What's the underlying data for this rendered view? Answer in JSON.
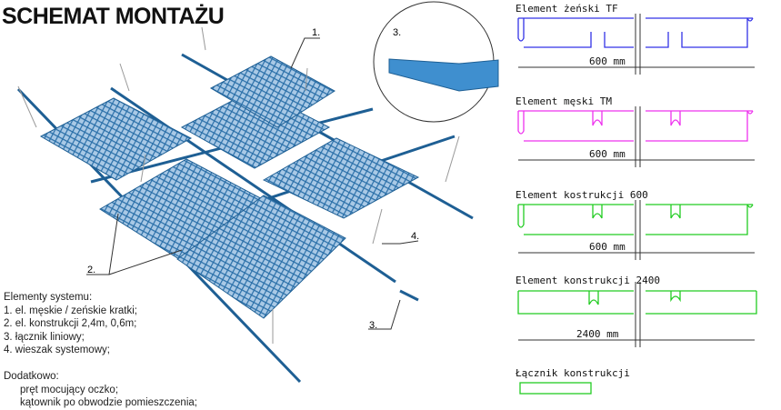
{
  "title": "SCHEMAT MONTAŻU",
  "callouts": {
    "c1": "1.",
    "c2": "2.",
    "c3": "3.",
    "c4": "4.",
    "detail": "3."
  },
  "legend": {
    "heading": "Elementy systemu:",
    "items": [
      "1.  el. męskie / zeńskie kratki;",
      "2.  el. konstrukcji 2,4m,  0,6m;",
      "3.  łącznik liniowy;",
      "4.  wieszak systemowy;"
    ],
    "extra_heading": "Dodatkowo:",
    "extra": [
      "pręt mocujący oczko;",
      "kątownik po obwodzie pomieszczenia;"
    ]
  },
  "profiles": [
    {
      "title": "Element żeński TF",
      "dim": "600  mm",
      "color": "#3333e6"
    },
    {
      "title": "Element męski TM",
      "dim": "600  mm",
      "color": "#ee33ee"
    },
    {
      "title": "Element kostrukcji 600",
      "dim": "600  mm",
      "color": "#22cc22"
    },
    {
      "title": "Element konstrukcji 2400",
      "dim": "2400  mm",
      "color": "#22cc22"
    },
    {
      "title": "Łącznik konstrukcji",
      "color": "#22cc22"
    }
  ],
  "colors": {
    "grid": "#2a6fa8",
    "rail": "#1e5f94"
  }
}
